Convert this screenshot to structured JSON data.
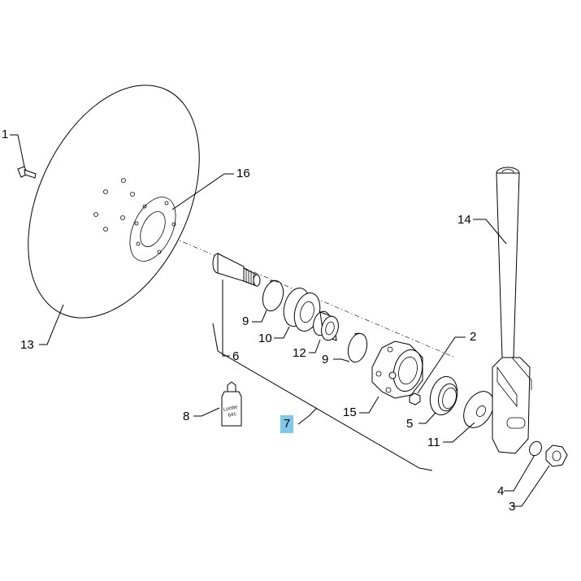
{
  "callouts": [
    {
      "id": "1",
      "label": "1"
    },
    {
      "id": "2",
      "label": "2"
    },
    {
      "id": "3",
      "label": "3"
    },
    {
      "id": "4",
      "label": "4"
    },
    {
      "id": "5",
      "label": "5"
    },
    {
      "id": "6",
      "label": "6"
    },
    {
      "id": "7",
      "label": "7",
      "highlight": "#7ec8ea"
    },
    {
      "id": "8",
      "label": "8"
    },
    {
      "id": "9a",
      "label": "9"
    },
    {
      "id": "9b",
      "label": "9"
    },
    {
      "id": "10",
      "label": "10"
    },
    {
      "id": "11",
      "label": "11"
    },
    {
      "id": "12",
      "label": "12"
    },
    {
      "id": "13",
      "label": "13"
    },
    {
      "id": "14",
      "label": "14"
    },
    {
      "id": "15",
      "label": "15"
    },
    {
      "id": "16",
      "label": "16"
    }
  ],
  "bottle_label": {
    "line1": "Loctite",
    "line2": "641"
  }
}
